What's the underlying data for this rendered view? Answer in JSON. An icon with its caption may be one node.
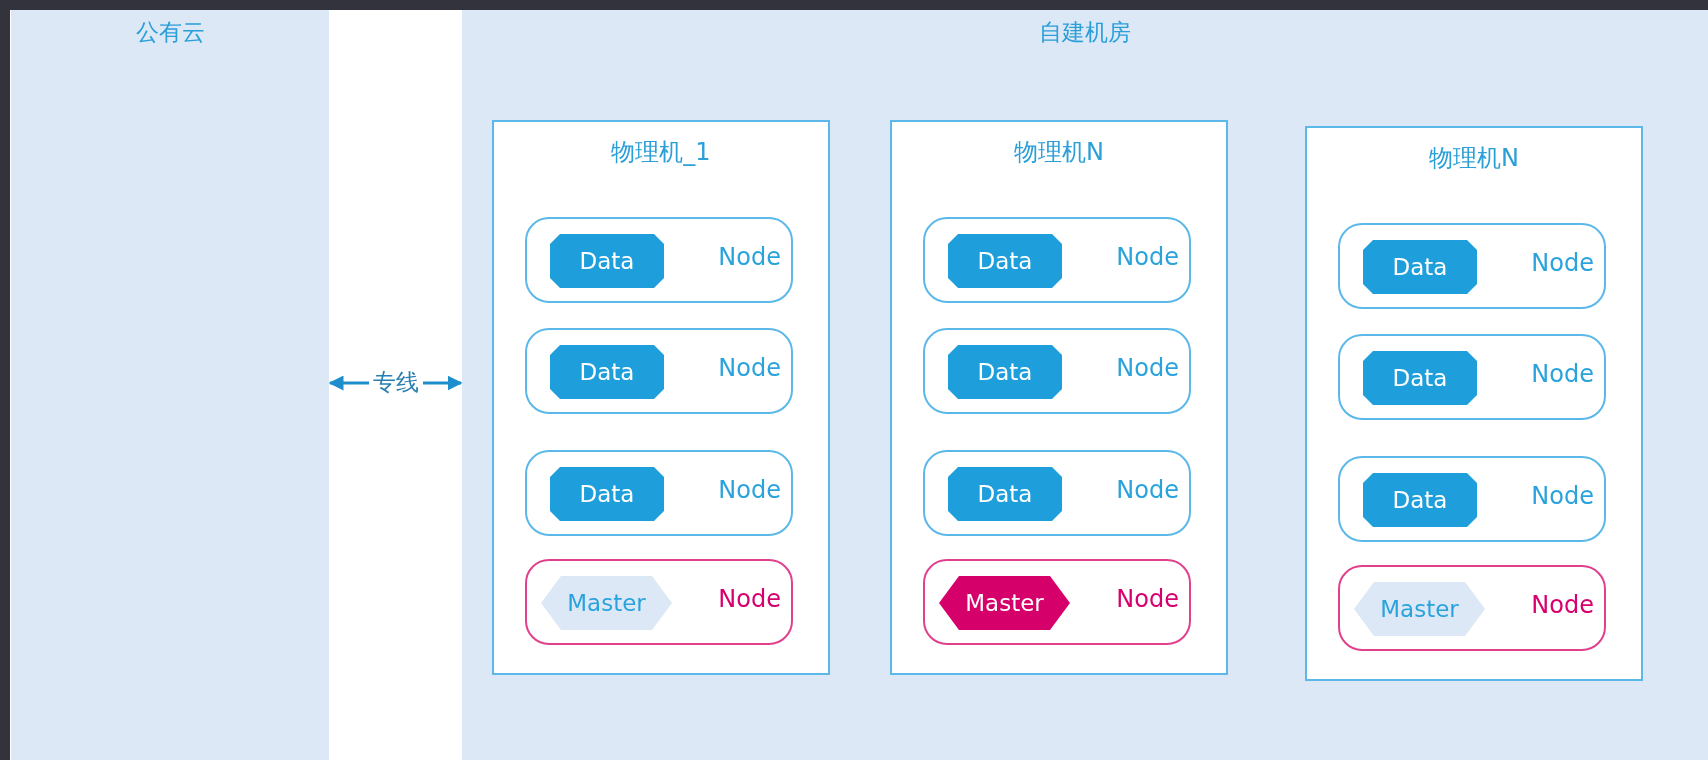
{
  "diagram": {
    "nodes": [
      {
        "text": [
          "公有云"
        ]
      },
      {
        "text": [
          "自建机房"
        ]
      },
      {
        "text": [
          "物理机_1"
        ],
        "in": 1
      },
      {
        "text": [
          "Node"
        ],
        "in": 2
      },
      {
        "text": [
          "Data"
        ],
        "in": 3
      },
      {
        "text": [
          "Node"
        ],
        "in": 2
      },
      {
        "text": [
          "Data"
        ],
        "in": 5
      },
      {
        "text": [
          "Node"
        ],
        "in": 2
      },
      {
        "text": [
          "Data"
        ],
        "in": 7
      },
      {
        "text": [
          "Node"
        ],
        "in": 2
      },
      {
        "text": [
          "Master"
        ],
        "in": 9
      },
      {
        "text": [
          "物理机N"
        ],
        "in": 1
      },
      {
        "text": [
          "Node"
        ],
        "in": 11
      },
      {
        "text": [
          "Data"
        ],
        "in": 12
      },
      {
        "text": [
          "Node"
        ],
        "in": 11
      },
      {
        "text": [
          "Data"
        ],
        "in": 14
      },
      {
        "text": [
          "Node"
        ],
        "in": 11
      },
      {
        "text": [
          "Data"
        ],
        "in": 16
      },
      {
        "text": [
          "Node"
        ],
        "in": 11
      },
      {
        "text": [
          "Master"
        ],
        "in": 18
      },
      {
        "text": [
          "物理机N"
        ],
        "in": 1
      },
      {
        "text": [
          "Node"
        ],
        "in": 20
      },
      {
        "text": [
          "Data"
        ],
        "in": 21
      },
      {
        "text": [
          "Node"
        ],
        "in": 20
      },
      {
        "text": [
          "Data"
        ],
        "in": 23
      },
      {
        "text": [
          "Node"
        ],
        "in": 20
      },
      {
        "text": [
          "Data"
        ],
        "in": 25
      },
      {
        "text": [
          "Node"
        ],
        "in": 20
      },
      {
        "text": [
          "Master"
        ],
        "in": 27
      }
    ],
    "edges": [
      {
        "from": 0,
        "to": 1,
        "arrow": "both",
        "label": "专线"
      }
    ]
  }
}
